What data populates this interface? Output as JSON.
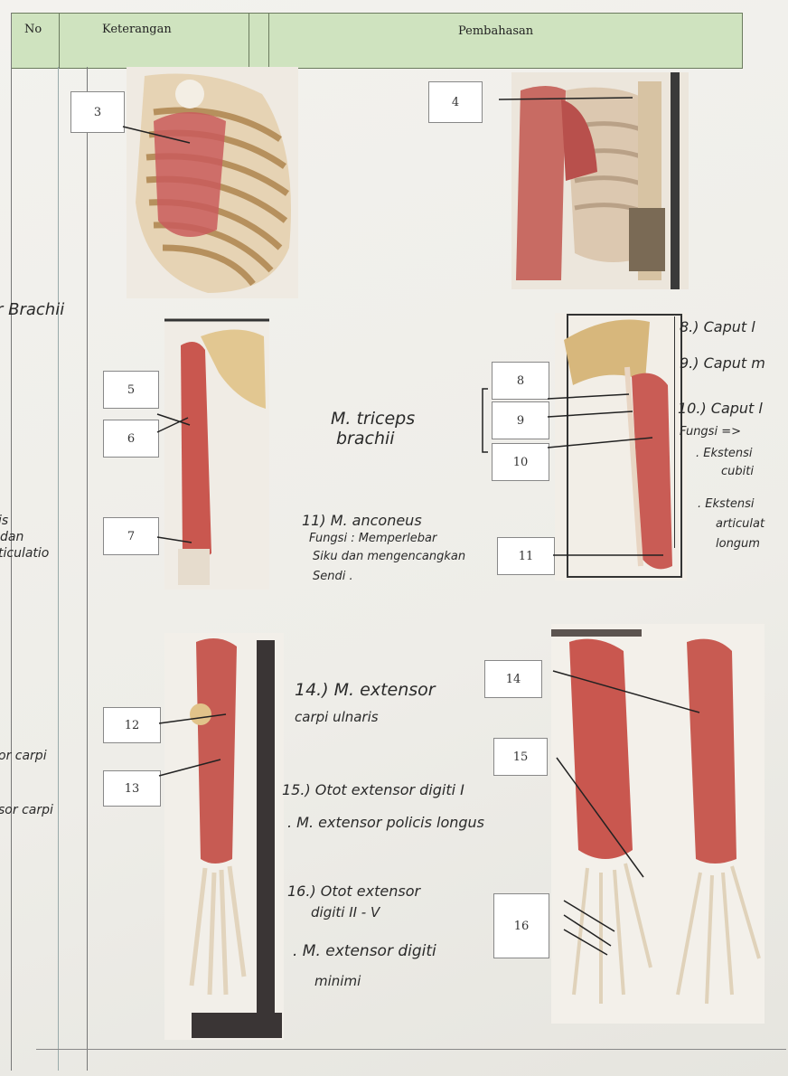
{
  "header": {
    "no_label": "No",
    "keterangan_label": "Keterangan",
    "pembahasan_label": "Pembahasan"
  },
  "left_margin": {
    "line1": "r Brachii",
    "line2": "is",
    "line3": "dan",
    "line4": "ticulatio",
    "line5": "or   carpi",
    "line6": "sor  carpi"
  },
  "numbers": {
    "n3": "3",
    "n4": "4",
    "n5": "5",
    "n6": "6",
    "n7": "7",
    "n8": "8",
    "n9": "9",
    "n10": "10",
    "n11": "11",
    "n12": "12",
    "n13": "13",
    "n14": "14",
    "n15": "15",
    "n16": "16"
  },
  "notes": {
    "triceps_1": "M. triceps",
    "triceps_2": "brachii",
    "anconeus_1": "11) M. anconeus",
    "anconeus_2": "Fungsi :  Memperlebar",
    "anconeus_3": "Siku dan mengencangkan",
    "anconeus_4": "Sendi .",
    "right_8": "8.) Caput l",
    "right_9": "9.) Caput m",
    "right_10": "10.) Caput l",
    "right_fungsi": "Fungsi =>",
    "right_b1a": ".  Ekstensi",
    "right_b1b": "cubiti",
    "right_b2a": ".  Ekstensi",
    "right_b2b": "articulat",
    "right_b2c": "longum",
    "n14_1": "14.) M. extensor",
    "n14_2": "carpi ulnaris",
    "n15_1": "15.) Otot extensor digiti I",
    "n15_2": ". M. extensor policis longus",
    "n16_1": "16.) Otot extensor",
    "n16_2": "digiti  II - V",
    "n16_3": ". M. extensor digiti",
    "n16_4": "minimi"
  }
}
